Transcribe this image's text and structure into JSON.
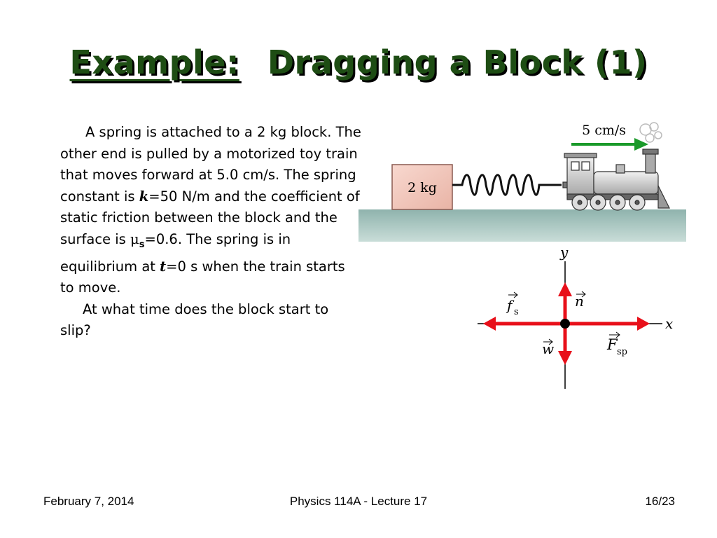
{
  "title": {
    "underlined": "Example:",
    "rest": "Dragging a Block (1)"
  },
  "problem": {
    "p1": [
      "A spring is attached to a 2 kg block.  The other end is pulled by a motorized toy train that moves forward at 5.0 cm/s. The spring constant is ",
      "k",
      "=50 N/m and the coefficient of static friction between the block and the surface is ",
      "μ",
      "s",
      "=0.6.  The spring is in equilibrium at ",
      "t",
      "=0 s when the train starts to move."
    ],
    "p2": "At what time does the block start to slip?"
  },
  "figure": {
    "block_label": "2 kg",
    "speed_label": "5 cm/s",
    "axis_x": "x",
    "axis_y": "y",
    "force_n": "n",
    "force_w": "w",
    "force_fs": "f",
    "force_fs_sub": "s",
    "force_fsp": "F",
    "force_fsp_sub": "sp",
    "colors": {
      "force": "#e8101a",
      "velocity": "#1a9a2a",
      "ground": "#a9c6c1",
      "block": "#f3c8bd"
    }
  },
  "footer": {
    "date": "February 7, 2014",
    "course": "Physics 114A  -  Lecture 17",
    "page": "16/23"
  }
}
